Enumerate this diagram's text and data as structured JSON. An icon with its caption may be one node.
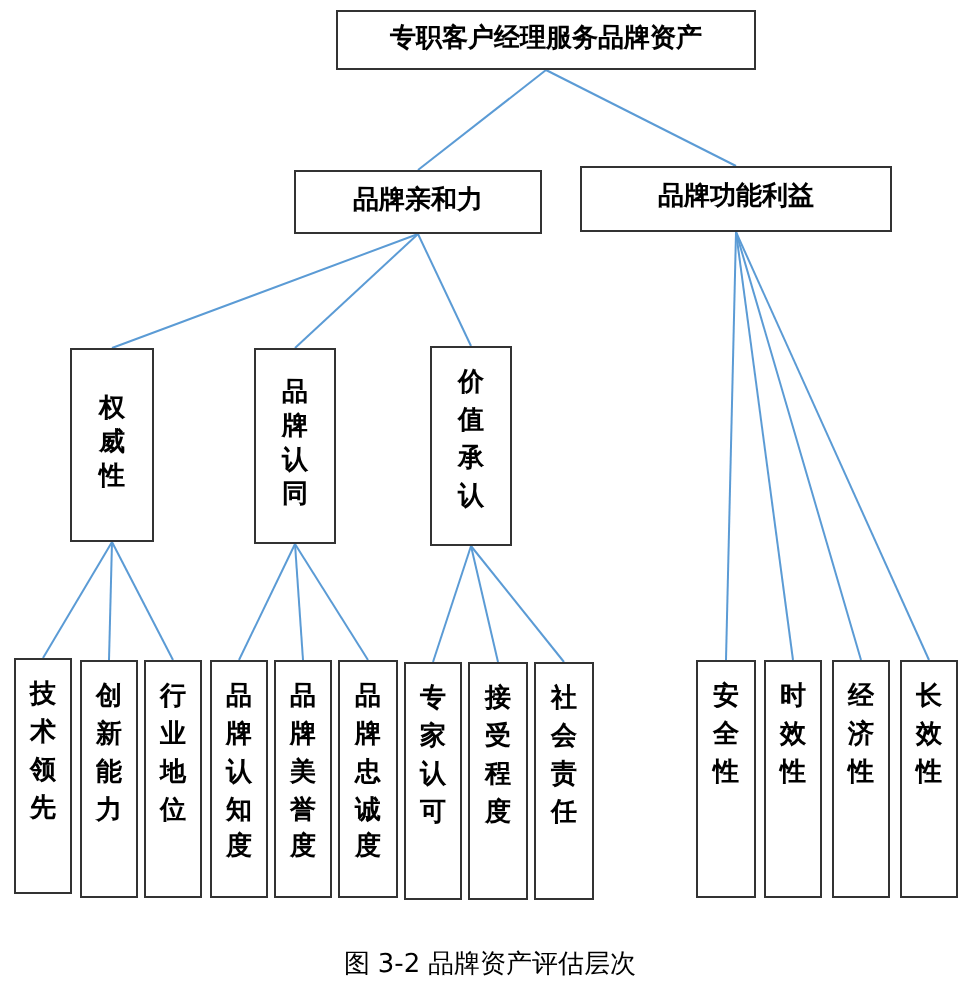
{
  "diagram": {
    "caption": "图 3-2  品牌资产评估层次",
    "nodes": [
      {
        "text": [
          "专职客户经理服务品牌资产"
        ]
      },
      {
        "text": [
          "品牌亲和力"
        ]
      },
      {
        "text": [
          "品牌功能利益"
        ]
      },
      {
        "text": [
          "权威性"
        ]
      },
      {
        "text": [
          "品牌认同"
        ]
      },
      {
        "text": [
          "价值承认"
        ]
      },
      {
        "text": [
          "技术领先"
        ]
      },
      {
        "text": [
          "创新能力"
        ]
      },
      {
        "text": [
          "行业地位"
        ]
      },
      {
        "text": [
          "品牌认知度"
        ]
      },
      {
        "text": [
          "品牌美誉度"
        ]
      },
      {
        "text": [
          "品牌忠诚度"
        ]
      },
      {
        "text": [
          "专家认可"
        ]
      },
      {
        "text": [
          "接受程度"
        ]
      },
      {
        "text": [
          "社会责任"
        ]
      },
      {
        "text": [
          "安全性"
        ]
      },
      {
        "text": [
          "时效性"
        ]
      },
      {
        "text": [
          "经济性"
        ]
      },
      {
        "text": [
          "长效性"
        ]
      }
    ],
    "edges": [
      {
        "from": 0,
        "to": 1,
        "arrow": "none"
      },
      {
        "from": 0,
        "to": 2,
        "arrow": "none"
      },
      {
        "from": 1,
        "to": 3,
        "arrow": "none"
      },
      {
        "from": 1,
        "to": 4,
        "arrow": "none"
      },
      {
        "from": 1,
        "to": 5,
        "arrow": "none"
      },
      {
        "from": 3,
        "to": 6,
        "arrow": "none"
      },
      {
        "from": 3,
        "to": 7,
        "arrow": "none"
      },
      {
        "from": 3,
        "to": 8,
        "arrow": "none"
      },
      {
        "from": 4,
        "to": 9,
        "arrow": "none"
      },
      {
        "from": 4,
        "to": 10,
        "arrow": "none"
      },
      {
        "from": 4,
        "to": 11,
        "arrow": "none"
      },
      {
        "from": 5,
        "to": 12,
        "arrow": "none"
      },
      {
        "from": 5,
        "to": 13,
        "arrow": "none"
      },
      {
        "from": 5,
        "to": 14,
        "arrow": "none"
      },
      {
        "from": 2,
        "to": 15,
        "arrow": "none"
      },
      {
        "from": 2,
        "to": 16,
        "arrow": "none"
      },
      {
        "from": 2,
        "to": 17,
        "arrow": "none"
      },
      {
        "from": 2,
        "to": 18,
        "arrow": "none"
      }
    ]
  }
}
